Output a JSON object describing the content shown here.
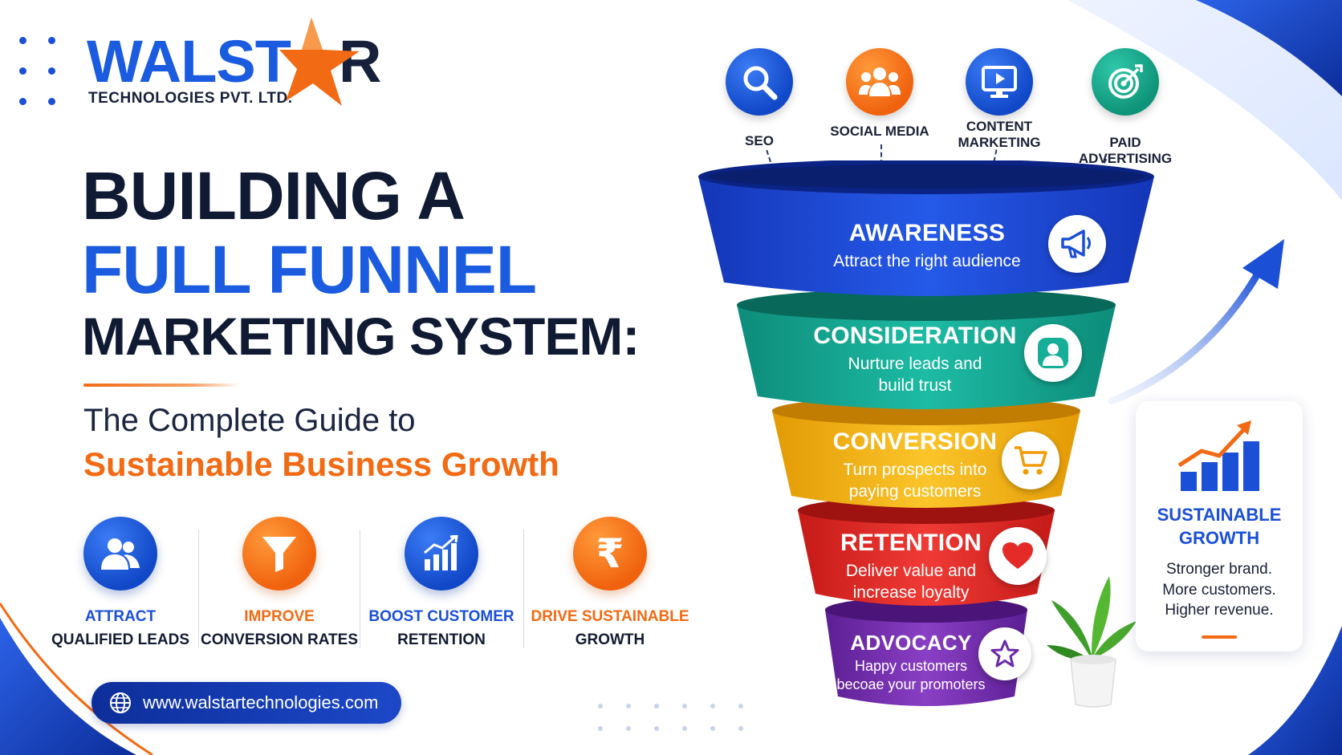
{
  "brand": {
    "logo_text_blue": "WALST",
    "logo_text_dark": "R",
    "logo_full": "WALSTAR",
    "tagline": "TECHNOLOGIES PVT. LTD."
  },
  "headline": {
    "line1": "BUILDING A",
    "line2": "FULL FUNNEL",
    "line3": "MARKETING SYSTEM:",
    "subtitle": "The Complete Guide to",
    "subtitle_highlight": "Sustainable Business Growth"
  },
  "benefits": [
    {
      "title": "ATTRACT",
      "subtitle": "QUALIFIED LEADS",
      "icon": "users-icon"
    },
    {
      "title": "IMPROVE",
      "subtitle": "CONVERSION RATES",
      "icon": "filter-icon"
    },
    {
      "title": "BOOST CUSTOMER",
      "subtitle": "RETENTION",
      "icon": "bar-chart-icon"
    },
    {
      "title": "DRIVE SUSTAINABLE",
      "subtitle": "GROWTH",
      "icon": "rupee-icon"
    }
  ],
  "website": {
    "url": "www.walstartechnologies.com",
    "icon": "globe-icon"
  },
  "channels": [
    {
      "label": "SEO",
      "icon": "search-icon",
      "color": "#1148c7"
    },
    {
      "label": "SOCIAL MEDIA",
      "icon": "users-icon",
      "color": "#f0620e"
    },
    {
      "label_line1": "CONTENT",
      "label_line2": "MARKETING",
      "icon": "monitor-play-icon",
      "color": "#1148c7"
    },
    {
      "label_line1": "PAID",
      "label_line2": "ADVERTISING",
      "icon": "target-icon",
      "color": "#14a38b"
    }
  ],
  "funnel": [
    {
      "title": "AWARENESS",
      "line1": "Attract the right audience",
      "icon": "megaphone-icon",
      "color": "#1d47d6"
    },
    {
      "title": "CONSIDERATION",
      "line1": "Nurture leads and",
      "line2": "build trust",
      "icon": "user-icon",
      "color": "#15ae98"
    },
    {
      "title": "CONVERSION",
      "line1": "Turn prospects into",
      "line2": "paying customers",
      "icon": "cart-icon",
      "color": "#f6b20d"
    },
    {
      "title": "RETENTION",
      "line1": "Deliver value and",
      "line2": "increase loyalty",
      "icon": "heart-icon",
      "color": "#e52b28"
    },
    {
      "title": "ADVOCACY",
      "line1": "Happy customers",
      "line2": "becoae your promoters",
      "icon": "star-icon",
      "color": "#7a2fb0"
    }
  ],
  "growth_card": {
    "title_line1": "SUSTAINABLE",
    "title_line2": "GROWTH",
    "line1": "Stronger brand.",
    "line2": "More customers.",
    "line3": "Higher revenue.",
    "icon": "growth-chart-icon"
  },
  "colors": {
    "brand_blue": "#1a5be0",
    "dark_navy": "#111a33",
    "accent_orange": "#f26a13"
  }
}
